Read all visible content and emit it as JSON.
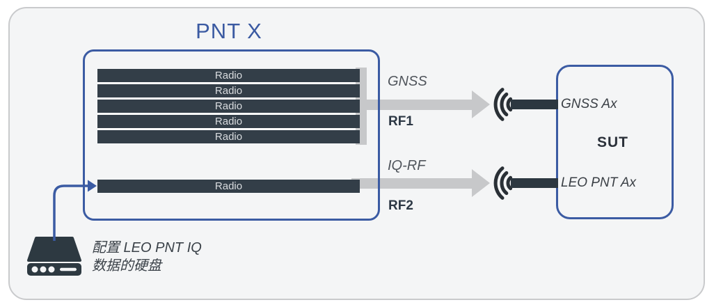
{
  "pntx": {
    "title": "PNT X",
    "radios": [
      "Radio",
      "Radio",
      "Radio",
      "Radio",
      "Radio"
    ],
    "single_radio": "Radio"
  },
  "flows": [
    {
      "signal": "GNSS",
      "port": "RF1"
    },
    {
      "signal": "IQ-RF",
      "port": "RF2"
    }
  ],
  "sut": {
    "label": "SUT",
    "antennas": [
      "GNSS Ax",
      "LEO PNT Ax"
    ]
  },
  "hdd": {
    "caption_line1": "配置 LEO PNT IQ",
    "caption_line2": "数据的硬盘"
  },
  "icons": {
    "hard_drive": "hard-drive-icon",
    "wireless": "wireless-signal-icon",
    "arrow": "arrow-right-icon"
  },
  "colors": {
    "accent_blue": "#3b5ba3",
    "radio_bar": "#333e48",
    "connector_gray": "#c7c8ca",
    "icon_dark": "#2c3740",
    "card_bg": "#f4f5f6"
  }
}
